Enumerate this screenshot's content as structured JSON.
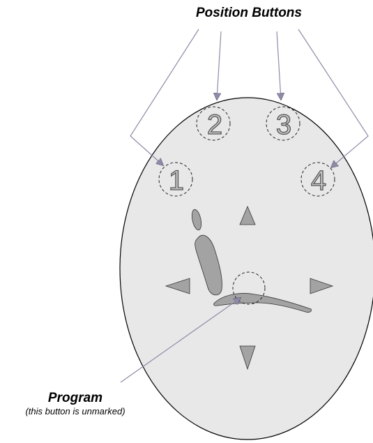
{
  "labels": {
    "position_buttons_title": "Position Buttons",
    "program_title": "Program",
    "program_note": "(this button is unmarked)"
  },
  "position_buttons": [
    {
      "number": "1"
    },
    {
      "number": "2"
    },
    {
      "number": "3"
    },
    {
      "number": "4"
    }
  ],
  "colors": {
    "remote_body": "#e8e8e8",
    "outline": "#000000",
    "graphic_fill": "#a3a3a3",
    "leader_line": "#8f8aa8",
    "numeral_fill": "#c8c8c8"
  },
  "icons": [
    "arrow-up-icon",
    "arrow-down-icon",
    "arrow-left-icon",
    "arrow-right-icon",
    "chair-symbol-icon"
  ]
}
